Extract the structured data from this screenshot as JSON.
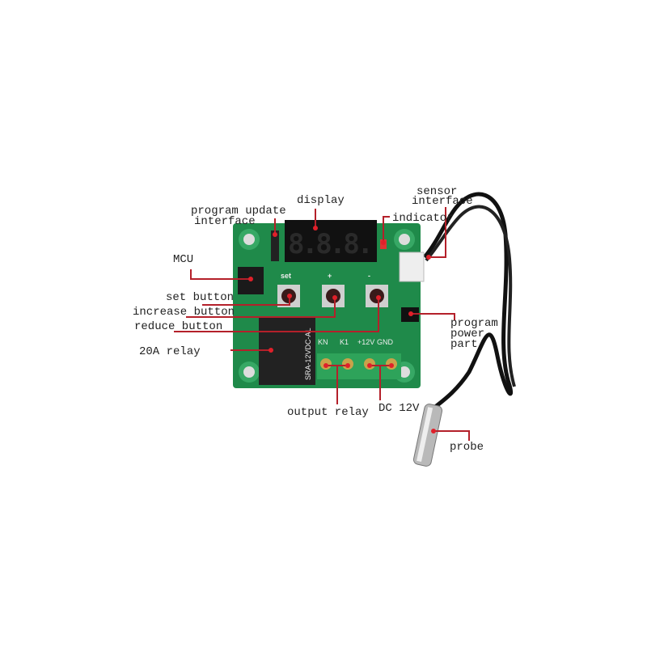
{
  "labels": {
    "program_update_1": "program update",
    "program_update_2": "interface",
    "display": "display",
    "sensor_1": "sensor",
    "sensor_2": "interface",
    "indicator": "indicator",
    "mcu": "MCU",
    "set_button": "set button",
    "increase_button": "increase button",
    "reduce_button": "reduce button",
    "relay": "20A relay",
    "power_1": "program",
    "power_2": "power",
    "power_3": "part",
    "output_relay": "output relay",
    "dc": "DC 12V",
    "probe": "probe"
  },
  "board": {
    "display_digits": "8.8.8.",
    "btn_set": "set",
    "btn_plus": "+",
    "btn_minus": "-",
    "relay_model": "SRA-12VDC-AL",
    "terminals": [
      "KN",
      "K1",
      "+12V",
      "GND"
    ]
  },
  "colors": {
    "pcb": "#1f8a4a",
    "leader": "#b4202a",
    "terminal": "#2ea35a"
  }
}
